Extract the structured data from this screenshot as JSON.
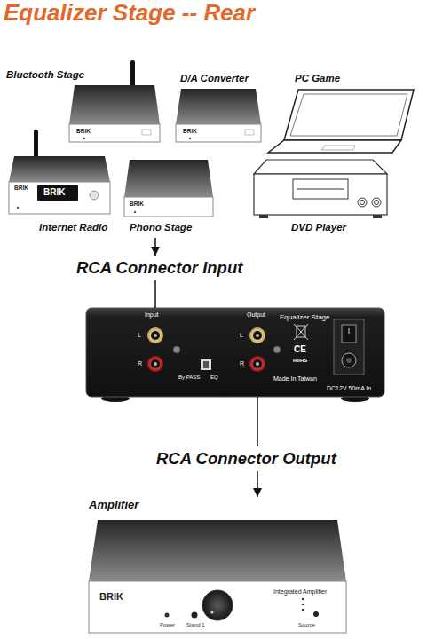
{
  "diagram": {
    "title": "Equalizer Stage -- Rear",
    "nodes": [
      {
        "text": [
          "Bluetooth Stage"
        ]
      },
      {
        "text": [
          "D/A Converter"
        ]
      },
      {
        "text": [
          "PC Game"
        ]
      },
      {
        "text": [
          "Internet Radio"
        ]
      },
      {
        "text": [
          "Phono Stage"
        ]
      },
      {
        "text": [
          "DVD Player"
        ]
      },
      {
        "text": [
          "RCA Connector Input"
        ]
      },
      {
        "text": [
          "Equalizer Stage"
        ]
      },
      {
        "text": [
          "RCA Connector Output"
        ]
      },
      {
        "text": [
          "Amplifier",
          "Integrated Amplifier"
        ]
      }
    ],
    "edges": [
      {
        "from": 4,
        "to": 6,
        "arrow": "to"
      },
      {
        "from": 6,
        "to": 7,
        "arrow": "none"
      },
      {
        "from": 7,
        "to": 8,
        "arrow": "none"
      },
      {
        "from": 8,
        "to": 9,
        "arrow": "to"
      }
    ],
    "labels": [
      "BRIK",
      "BRIK",
      "BRIK",
      "BRIK",
      "BRIK",
      "Input",
      "L",
      "R",
      "Output",
      "L",
      "R",
      "By PASS",
      "EQ",
      "CE",
      "RoHS",
      "Made In Taiwan",
      "DC12V 50mA In",
      "BRIK",
      "Power",
      "Stand 1",
      "Source"
    ]
  }
}
